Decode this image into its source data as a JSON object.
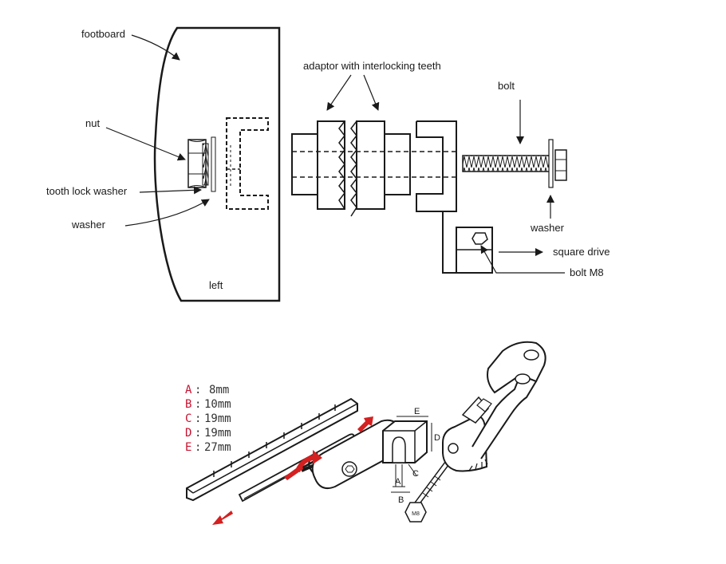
{
  "diagram": {
    "labels": {
      "footboard": "footboard",
      "nut": "nut",
      "tooth_lock_washer": "tooth lock washer",
      "washer_left": "washer",
      "left": "left",
      "adaptor": "adaptor with interlocking teeth",
      "bolt": "bolt",
      "washer_right": "washer",
      "square_drive": "square drive",
      "bolt_m8": "bolt M8"
    },
    "dimensions": [
      {
        "letter": "A",
        "value": "8mm"
      },
      {
        "letter": "B",
        "value": "10mm"
      },
      {
        "letter": "C",
        "value": "19mm"
      },
      {
        "letter": "D",
        "value": "19mm"
      },
      {
        "letter": "E",
        "value": "27mm"
      }
    ],
    "block_letters": {
      "a": "A",
      "b": "B",
      "c": "C",
      "d": "D",
      "e": "E"
    },
    "bolt_head_text": "M8",
    "colors": {
      "line": "#1a1a1a",
      "dim_letter": "#c8102e",
      "dim_value": "#333333",
      "arrow": "#d42020"
    }
  }
}
